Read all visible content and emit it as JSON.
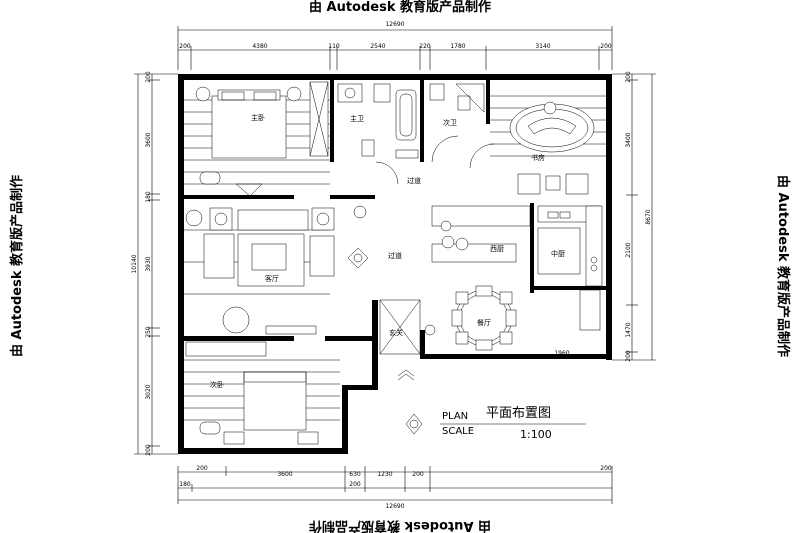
{
  "watermark": "由 Autodesk 教育版产品制作",
  "title": {
    "plan_label": "PLAN",
    "scale_label": "SCALE",
    "name": "平面布置图",
    "scale": "1:100"
  },
  "rooms": {
    "master_bedroom": "主卧",
    "master_bath": "主卫",
    "second_bath": "次卫",
    "study": "书房",
    "corridor_top": "过道",
    "living_room": "客厅",
    "corridor_mid": "过道",
    "western_kitchen": "西厨",
    "chinese_kitchen": "中厨",
    "entrance": "玄关",
    "dining_room": "餐厅",
    "second_bedroom": "次卧"
  },
  "dimensions": {
    "top_total": "12690",
    "top_segments": [
      "200",
      "4380",
      "110",
      "2540",
      "220",
      "1780",
      "3140",
      "200"
    ],
    "bottom_segments": [
      "200",
      "3600",
      "630",
      "1230",
      "200",
      "1960",
      "200"
    ],
    "bottom_extra": [
      "180",
      "200"
    ],
    "bottom_total": "12690",
    "left_total": "10140",
    "left_segments": [
      "200",
      "3600",
      "180",
      "3930",
      "250",
      "3020",
      "200"
    ],
    "right_total": "8670",
    "right_segments": [
      "200",
      "3400",
      "2100",
      "1470",
      "200"
    ]
  }
}
